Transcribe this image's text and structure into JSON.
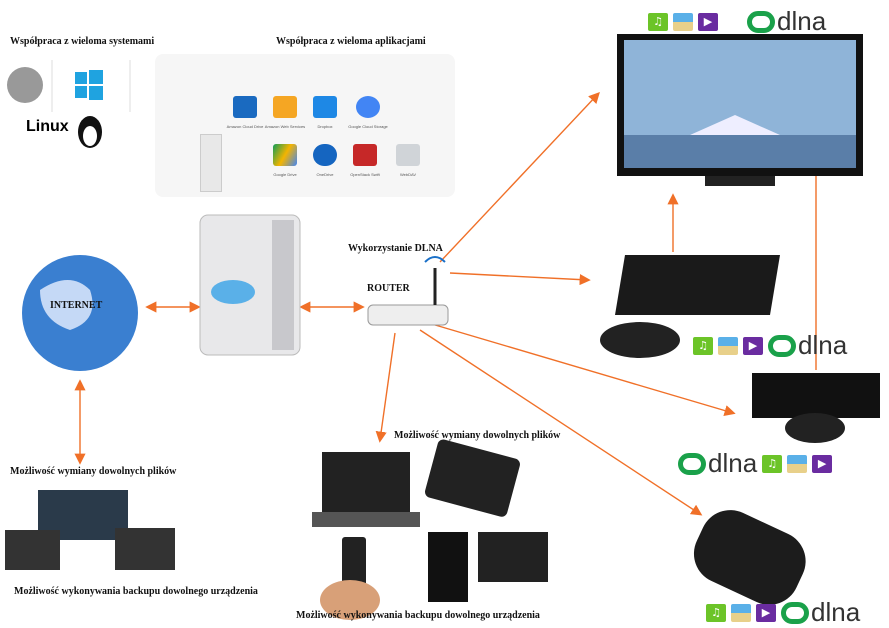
{
  "labels": {
    "systems": "Współpraca z wieloma systemami",
    "apps": "Współpraca z wieloma aplikacjami",
    "internet": "INTERNET",
    "dlna_use": "Wykorzystanie DLNA",
    "router": "ROUTER",
    "exchange_left": "Możliwość wymiany dowolnych plików",
    "exchange_center": "Możliwość wymiany dowolnych plików",
    "backup_left": "Możliwość wykonywania backupu dowolnego urządzenia",
    "backup_center": "Możliwość wykonywania backupu dowolnego urządzenia",
    "linux": "Linux"
  },
  "cloud_services": [
    "Amazon Cloud Drive",
    "Amazon Web Services",
    "Dropbox",
    "Google Cloud Storage",
    "Google Drive",
    "OneDrive",
    "OpenStack Swift",
    "WebDAV"
  ],
  "dlna": {
    "text": "dlna"
  },
  "colors": {
    "arrow": "#f07028",
    "dlna_green": "#1aa14a"
  }
}
